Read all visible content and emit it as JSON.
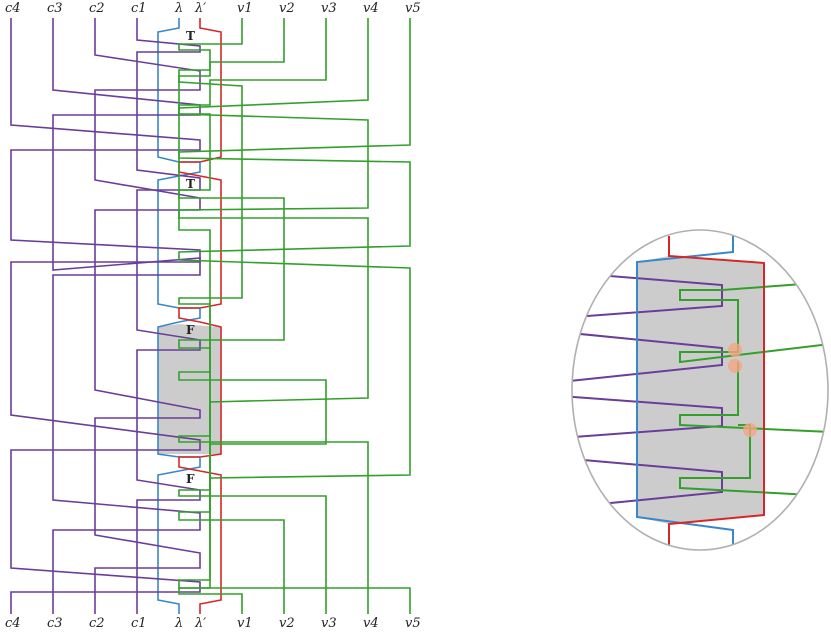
{
  "colors": {
    "purple": "#6a3d9a",
    "green": "#33a02c",
    "blue": "#3a86c8",
    "red": "#d62728",
    "gray_fill": "#cccccc",
    "highlight": "#f4a582",
    "ellipse_stroke": "#b0b0b0"
  },
  "column_labels": {
    "c4": "c4",
    "c3": "c3",
    "c2": "c2",
    "c1": "c1",
    "lambda": "λ",
    "lambda_prime": "λ′",
    "v1": "v1",
    "v2": "v2",
    "v3": "v3",
    "v4": "v4",
    "v5": "v5"
  },
  "gadget_labels": [
    "T",
    "T",
    "F",
    "F"
  ],
  "highlighted_gadget_index": 2
}
